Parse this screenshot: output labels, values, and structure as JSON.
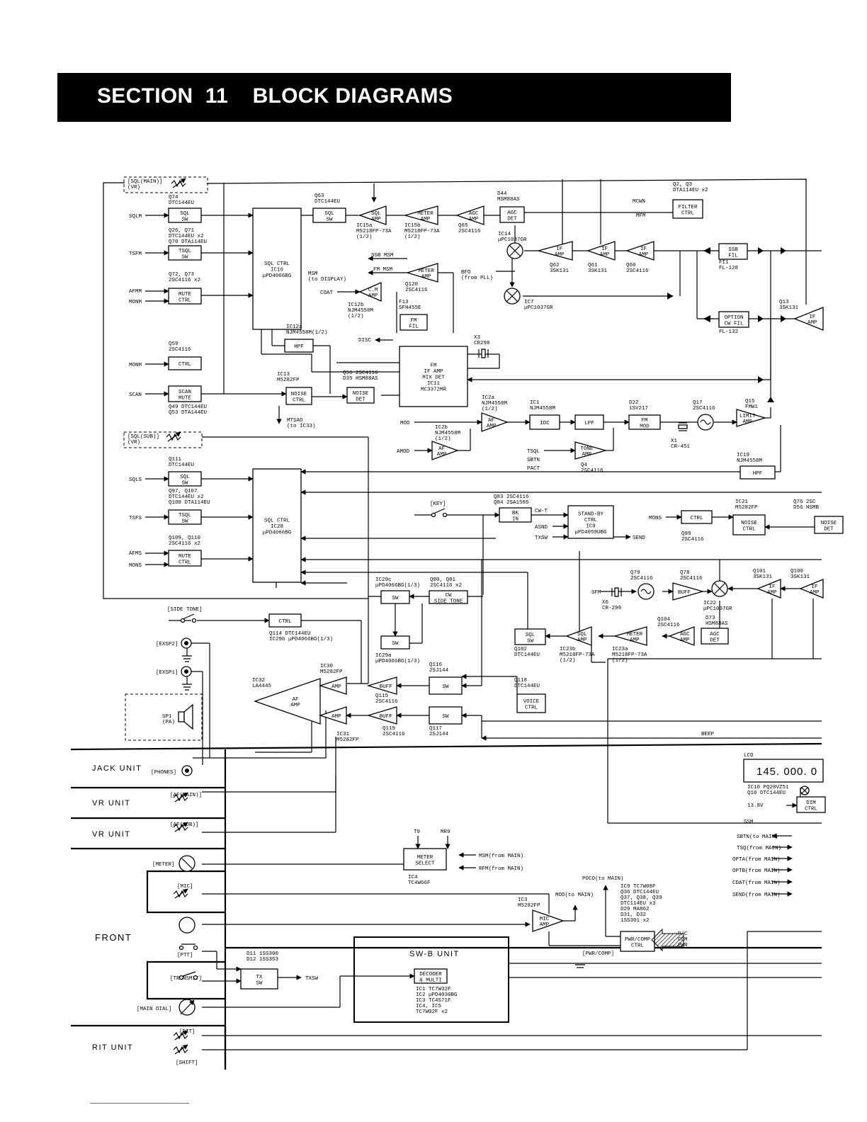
{
  "header": {
    "title": "SECTION  11    BLOCK DIAGRAMS"
  },
  "blocks": {
    "sqlm_sw": "SQL|SW",
    "tsqlm_sw": "TSQL|SW",
    "mutem": "MUTE|CTRL",
    "ctrl_q59": "CTRL",
    "scan_mute": "SCAN|MUTE",
    "sql_ctrl_ic16": "SQL CTRL|IC16|μPD4066BG",
    "sql_sw_q63": "SQL|SW",
    "hpf_ic12a": "HPF",
    "noise_ctrl_ic13": "NOISE|CTRL",
    "noise_det": "NOISE|DET",
    "fm_ic11": "FM|IF AMP|MIX DET|IC11|MC3372MR",
    "agc_det": "AGC|DET",
    "filter_ctrl": "FILTER|CTRL",
    "ssb_fil": "SSB|FIL",
    "option_cw": "OPTION|CW FIL",
    "fm_fil": "FM|FIL",
    "idc": "IDC",
    "lpf": "LPF",
    "fm_mod": "FM|MOD",
    "hpf_ic19": "HPF",
    "sqls_sw": "SQL|SW",
    "tsqls_sw": "TSQL|SW",
    "mutes": "MUTE|CTRL",
    "sql_ctrl_ic28": "SQL CTRL|IC28|μPD4066BG",
    "bk_in": "BK|IN",
    "standby": "STAND-BY|CTRL|IC9|μPD4059UBG",
    "ctrl_q99": "CTRL",
    "noise_ctrl_ic21": "NOISE|CTRL",
    "noise_det_sub": "NOISE|DET",
    "sw_ic29c": "SW",
    "cw_side_tone": "CW|SIDE TONE",
    "sw_ic29a": "SW",
    "ctrl_q114": "CTRL",
    "sql_sw_q102": "SQL|SW",
    "agc_det_sub": "AGC|DET",
    "sw_q116": "SW",
    "sw_q117": "SW",
    "voice_ctrl": "VOICE|CTRL",
    "dim_ctrl": "DIM|CTRL",
    "meter_select": "METER|SELECT",
    "tx_sw": "TX|SW",
    "decoder": "DECODER|& MULTI",
    "pwr_comp": "PWR/COMP|CTRL"
  },
  "amps": {
    "sql_amp": "SQL|AMP",
    "meter_amp": "METER|AMP",
    "agc_amp": "AGC|AMP",
    "if_q62": "IF|AMP",
    "if_q61": "IF|AMP",
    "if_q60": "IF|AMP",
    "fm_meter": "METER|AMP",
    "cm_amp": "C.M|AMP",
    "if_q13": "IF|AMP",
    "af_ic2a": "AF|AMP",
    "af_ic2b": "AF|AMP",
    "tone_amp": "TONE|AMP",
    "limit_amp": "LIMIT|AMP",
    "buff_q78": "BUFF",
    "if_q101": "IF|AMP",
    "if_q100": "IF|AMP",
    "sql_amp_sub": "SQL|AMP",
    "meter_sub": "METER|AMP",
    "agc_sub": "AGC|AMP",
    "af_amp_ic32": "AF|AMP",
    "amp_ic30": "AMP",
    "amp_ic31": "AMP",
    "buff_q115": "BUFF",
    "buff_q119": "BUFF",
    "mic_amp": "MIC|AMP"
  },
  "labels": {
    "sql_main_vr": "[SQL(MAIN)]|(VR)",
    "sql_sub_vr": "[SQL(SUB)]|(VR)",
    "q74": "Q74|DTC144EU",
    "q26": "Q26, Q71|DTC144EU x2|Q70 DTA114EU",
    "q72": "Q72, Q73|2SC4116 x2",
    "q59": "Q59|2SC4116",
    "q49": "Q49 DTC144EU|Q53 DTA144EU",
    "q63": "Q63|DTC144EU",
    "ic15a": "IC15a|M5218FP-73A|(1/2)",
    "ic15b": "IC15b|M5218FP-73A|(1/2)",
    "q65": "Q65|2SC4116",
    "d44": "D44|MSM88AS",
    "q2q3": "Q2, Q3|DTA114EU x2",
    "ic14": "IC14|μPC1037GR",
    "q62": "Q62|3SK131",
    "q61": "Q61|3SK131",
    "q60": "Q60|2SC4116",
    "fi1": "FI1|FL-128",
    "ic7": "IC7|μPC1037GR",
    "fl132": "FL-132",
    "q13": "Q13|3SK131",
    "q120": "Q120|2SC4116",
    "ic12b": "IC12b|NJM4558M|(1/2)",
    "f13": "F13|SFH455E",
    "ic12a": "IC12a|NJM4558M(1/2)",
    "ic13": "IC13|M5282FP",
    "q56": "Q56 2SC4116|D35 HSM88AS",
    "x3": "X3|CR298",
    "mtsao": "MTSAO|(to IC33)",
    "ic2a": "IC2a|NJM4558M|(1/2)",
    "ic1": "IC1|NJM4558M",
    "d22": "D22|1SV217",
    "q17": "Q17|2SC4116",
    "q15": "Q15|FMW1",
    "ic2b": "IC2b|NJM4558M|(1/2)",
    "x1": "X1|CR-451",
    "q4": "Q4|2SC4116",
    "ic19": "IC19|NJM4558M",
    "q111": "Q111|DTC144EU",
    "q97": "Q97, Q107|DTC144EU x2|Q108 DTA114EU",
    "q109": "Q109, Q110|2SC4116 x2",
    "q83": "Q83 2SC4116|Q84 2SA1586",
    "ic21": "IC21|M5282FP",
    "q76": "Q76 2SC|D56 HSMB",
    "q99": "Q99|2SC4116",
    "q79": "Q79|2SC4116",
    "q78": "Q78|2SC4116",
    "q101": "Q101|3SK131",
    "q100": "Q100|3SK131",
    "x6": "X6|CR-299",
    "ic22": "IC22|μPC1037GR",
    "ic29c": "IC29c|μPD4066BG(1/3)",
    "q80": "Q80, Q81|2SC4116 x2",
    "side_tone": "[SIDE TONE]",
    "q114": "Q114 DTC144EU|IC29b μPD4066BG(1/3)",
    "ic29a": "IC29a|μPD4066BG(1/3)",
    "q104": "Q104|2SC4116",
    "d73": "D73|HSM88AS",
    "q102": "Q102|DTC144EU",
    "ic23b": "IC23b|M5218FP-73A|(1/2)",
    "ic23a": "IC23a|M5218FP-73A|(1/2)",
    "ic30": "IC30|M5282FP",
    "ic32": "IC32|LA4445",
    "q116": "Q116|2SJ144",
    "q118": "Q118|DTC144EU",
    "q115": "Q115|2SC4116",
    "q119": "Q119|2SC4116",
    "q117": "Q117|2SJ144",
    "ic31": "IC31|M5282FP",
    "sp1": "SP1|(PA)",
    "ic10": "IC10 PQ20VZ51|Q10 DTC144EU",
    "ic4": "IC4|TC4W66F",
    "ic3": "IC3|M5282FP",
    "ic9": "IC9 TC7W08F|Q36 DTC144EU|Q37, Q38, Q39|DTC114EU x3|D29 MA862|D31, D32|1SS301 x2",
    "d11": "D11 1SS300|D12 1SS353",
    "swb_parts": "IC1  TC7W32F|IC2  μPD4030BG|IC3  TC4S71F|IC4, IC5|TC7W02F x2"
  },
  "signals": {
    "sqlm": "SQLM",
    "tsfm": "TSFM",
    "afmm": "AFMM",
    "monm1": "MONM",
    "monm2": "MONM",
    "scan": "SCAN",
    "sqls": "SQLS",
    "tsfs": "TSFS",
    "afms": "AFMS",
    "mons": "MONS",
    "mons2": "MONS",
    "mcwn": "MCWN",
    "mfm": "MFM",
    "ssb_msm": "SSB MSM",
    "fm_msm": "FM MSM",
    "msm_display": "MSM|(to DISPLAY)",
    "coat": "COAT",
    "bfo": "BFO|(from PLL)",
    "disc": "DISC",
    "mod": "MOD",
    "amod": "AMOD",
    "tsql": "TSQL",
    "sbtn": "SBTN",
    "pact": "PACT",
    "key": "[KEY]",
    "cwt": "CW-T",
    "asnd": "ASND",
    "txsw": "TXSW",
    "send": "SEND",
    "sfm": "SFM",
    "exsp2": "[EXSP2]",
    "exsp1": "[EXSP1]",
    "beep": "BEEP",
    "lcd": "LCD",
    "ssm": "SSM",
    "v138": "13.8V",
    "t9": "T9",
    "mr9": "MR9",
    "msm_main": "MSM(from MAIN)",
    "rfm_main": "RFM(from MAIN)",
    "sbtn_to": "SBTN(to MAIN)",
    "tsq_from": "TSQ(from MAIN)",
    "opta": "OPTA(from MAIN)",
    "optb": "OPTB(from MAIN)",
    "cdat": "CDAT(from MAIN)",
    "send_from": "SEND(from MAIN)",
    "poco": "POCO(to MAIN)",
    "mod_to": "MOD(to MAIN)",
    "pcp": "P/C|COM|PWR",
    "txsw2": "TXSW",
    "phones": "[PHONES]",
    "af_main": "[AF(MAIN)]",
    "af_sub": "[AF(SUB)]",
    "meter": "[METER]",
    "mic_lbl": "[MIC]",
    "mic": "MIC",
    "ptt": "[PTT]",
    "transmit": "[TRANSMIT]",
    "main_dial": "[MAIN DIAL]",
    "pwr_comp_sw": "[PWR/COMP]",
    "rit": "[RIT]",
    "shift": "[SHIFT]"
  },
  "display": {
    "frequency": "145. 000. 0"
  },
  "units": {
    "jack": "JACK UNIT",
    "vr1": "VR UNIT",
    "vr2": "VR UNIT",
    "front": "FRONT",
    "rit": "RIT UNIT",
    "swb": "SW-B UNIT"
  }
}
